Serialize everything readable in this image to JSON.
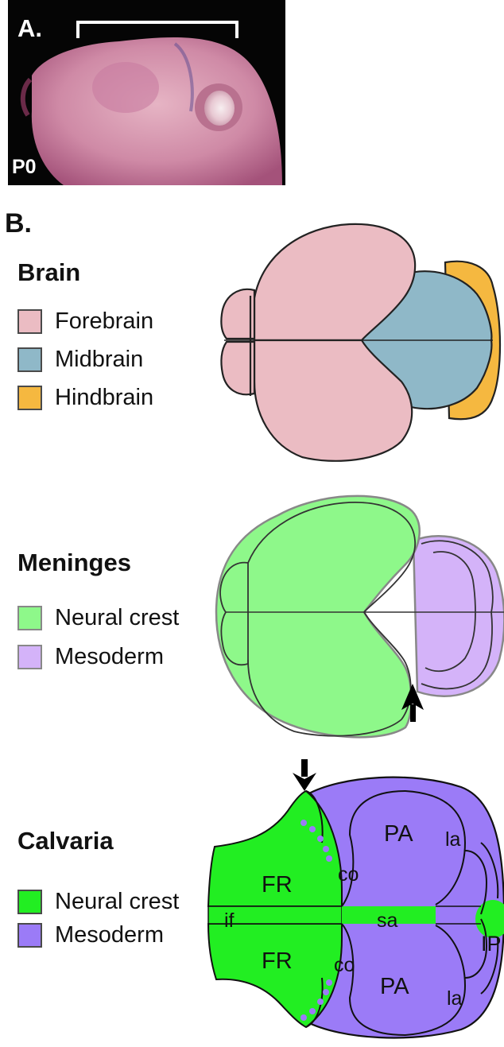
{
  "panel_a": {
    "label": "A.",
    "age_label": "P0"
  },
  "panel_b": {
    "label": "B."
  },
  "brain": {
    "title": "Brain",
    "legend": [
      {
        "label": "Forebrain",
        "color": "#ebbcc3"
      },
      {
        "label": "Midbrain",
        "color": "#8fb8c8"
      },
      {
        "label": "Hindbrain",
        "color": "#f5b840"
      }
    ]
  },
  "meninges": {
    "title": "Meninges",
    "legend": [
      {
        "label": "Neural crest",
        "color": "#8ef88a"
      },
      {
        "label": "Mesoderm",
        "color": "#d4b3f9"
      }
    ]
  },
  "calvaria": {
    "title": "Calvaria",
    "legend": [
      {
        "label": "Neural crest",
        "color": "#22ee22"
      },
      {
        "label": "Mesoderm",
        "color": "#9b7bf7"
      }
    ],
    "bone_labels": {
      "fr_top": "FR",
      "fr_bottom": "FR",
      "pa_top": "PA",
      "pa_bottom": "PA",
      "co_top": "co",
      "co_bottom": "co",
      "la_top": "la",
      "la_bottom": "la",
      "if": "if",
      "sa": "sa",
      "ip": "IP"
    }
  }
}
